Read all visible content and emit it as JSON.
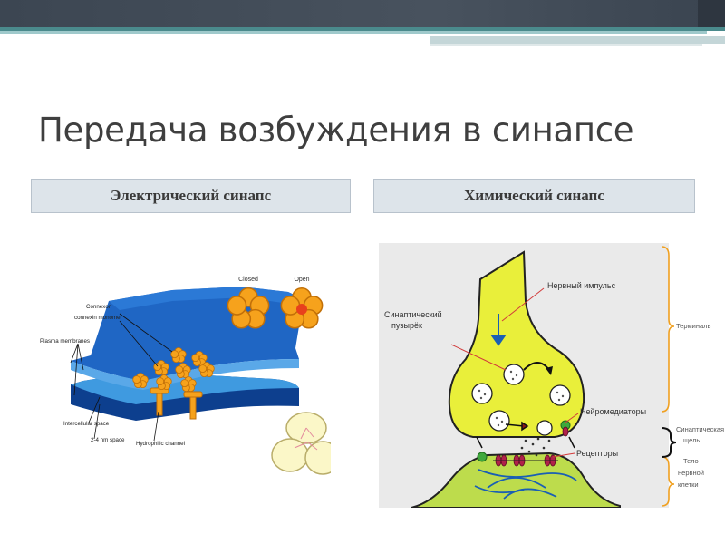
{
  "slide": {
    "title": "Передача возбуждения в синапсе",
    "electric_label": "Электрический синапс",
    "chemical_label": "Химический синапс"
  },
  "electric": {
    "closed": "Closed",
    "open": "Open",
    "connexon": "Connexon",
    "connexin": "connexin monomer",
    "plasma": "Plasma membranes",
    "intercellular": "Intercellular space",
    "space": "2-4 nm space",
    "channel": "Hydrophilic channel"
  },
  "chemical": {
    "impulse": "Нервный импульс",
    "vesicle_1": "Синаптический",
    "vesicle_2": "пузырёк",
    "neurotransmitters": "Нейромедиаторы",
    "receptors": "Рецепторы",
    "terminal": "Терминаль",
    "cleft_1": "Синаптическая",
    "cleft_2": "щель",
    "body_1": "Тело",
    "body_2": "нервной",
    "body_3": "клетки"
  },
  "colors": {
    "membrane_blue": "#1f66c4",
    "membrane_dark": "#0d3f8e",
    "membrane_light": "#5aa8e8",
    "connexon_orange": "#f6a21c",
    "open_center": "#e8401c",
    "terminal_yellow": "#e9ef3a",
    "postsynaptic_green": "#bddc4c",
    "receptor_red": "#b0224a",
    "bracket_orange": "#f0a020",
    "panel_gray": "#eaeaea"
  }
}
